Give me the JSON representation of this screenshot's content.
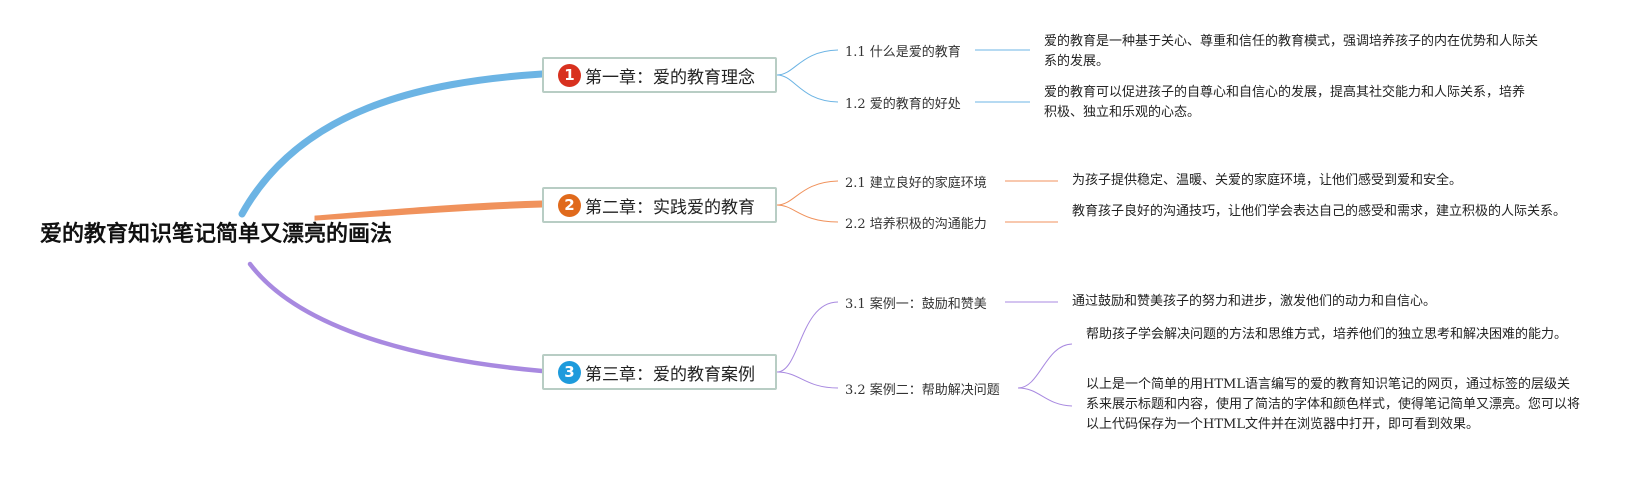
{
  "title": "爱的教育知识笔记简单又漂亮的画法",
  "colors": {
    "chapter1": "#6cb4e4",
    "chapter2": "#f0925c",
    "chapter3": "#a889e0",
    "badge1": "#d8311f",
    "badge2": "#e06a1c",
    "badge3": "#1e9bdc"
  },
  "chapters": [
    {
      "number": "1",
      "label": "第一章：爱的教育理念",
      "subtopics": [
        {
          "label": "1.1 什么是爱的教育",
          "notes": [
            "爱的教育是一种基于关心、尊重和信任的教育模式，强调培养孩子的内在优势和人际关系的发展。"
          ]
        },
        {
          "label": "1.2 爱的教育的好处",
          "notes": [
            "爱的教育可以促进孩子的自尊心和自信心的发展，提高其社交能力和人际关系，培养积极、独立和乐观的心态。"
          ]
        }
      ]
    },
    {
      "number": "2",
      "label": "第二章：实践爱的教育",
      "subtopics": [
        {
          "label": "2.1 建立良好的家庭环境",
          "notes": [
            "为孩子提供稳定、温暖、关爱的家庭环境，让他们感受到爱和安全。"
          ]
        },
        {
          "label": "2.2 培养积极的沟通能力",
          "notes": [
            "教育孩子良好的沟通技巧，让他们学会表达自己的感受和需求，建立积极的人际关系。"
          ]
        }
      ]
    },
    {
      "number": "3",
      "label": "第三章：爱的教育案例",
      "subtopics": [
        {
          "label": "3.1 案例一：鼓励和赞美",
          "notes": [
            "通过鼓励和赞美孩子的努力和进步，激发他们的动力和自信心。"
          ]
        },
        {
          "label": "3.2 案例二：帮助解决问题",
          "notes": [
            "帮助孩子学会解决问题的方法和思维方式，培养他们的独立思考和解决困难的能力。",
            "以上是一个简单的用HTML语言编写的爱的教育知识笔记的网页，通过标签的层级关系来展示标题和内容，使用了简洁的字体和颜色样式，使得笔记简单又漂亮。您可以将以上代码保存为一个HTML文件并在浏览器中打开，即可看到效果。"
          ]
        }
      ]
    }
  ]
}
